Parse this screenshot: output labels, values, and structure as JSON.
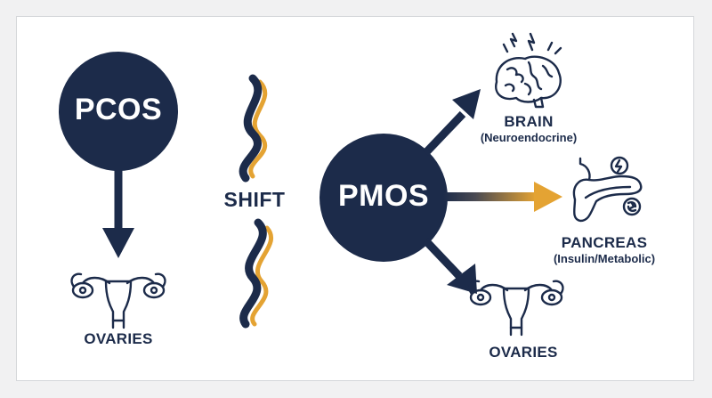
{
  "pcos": {
    "label": "PCOS",
    "organ_label": "OVARIES",
    "organ_icon": "ovaries-icon"
  },
  "shift": {
    "label": "SHIFT"
  },
  "pmos": {
    "label": "PMOS",
    "targets": [
      {
        "label": "BRAIN",
        "sub": "(Neuroendocrine)",
        "icon": "brain-icon"
      },
      {
        "label": "PANCREAS",
        "sub": "(Insulin/Metabolic)",
        "icon": "pancreas-icon"
      },
      {
        "label": "OVARIES",
        "sub": "",
        "icon": "ovaries-icon"
      }
    ]
  },
  "colors": {
    "navy": "#1c2b4a",
    "gold": "#e4a333",
    "background": "#ffffff",
    "page": "#f1f1f2"
  }
}
